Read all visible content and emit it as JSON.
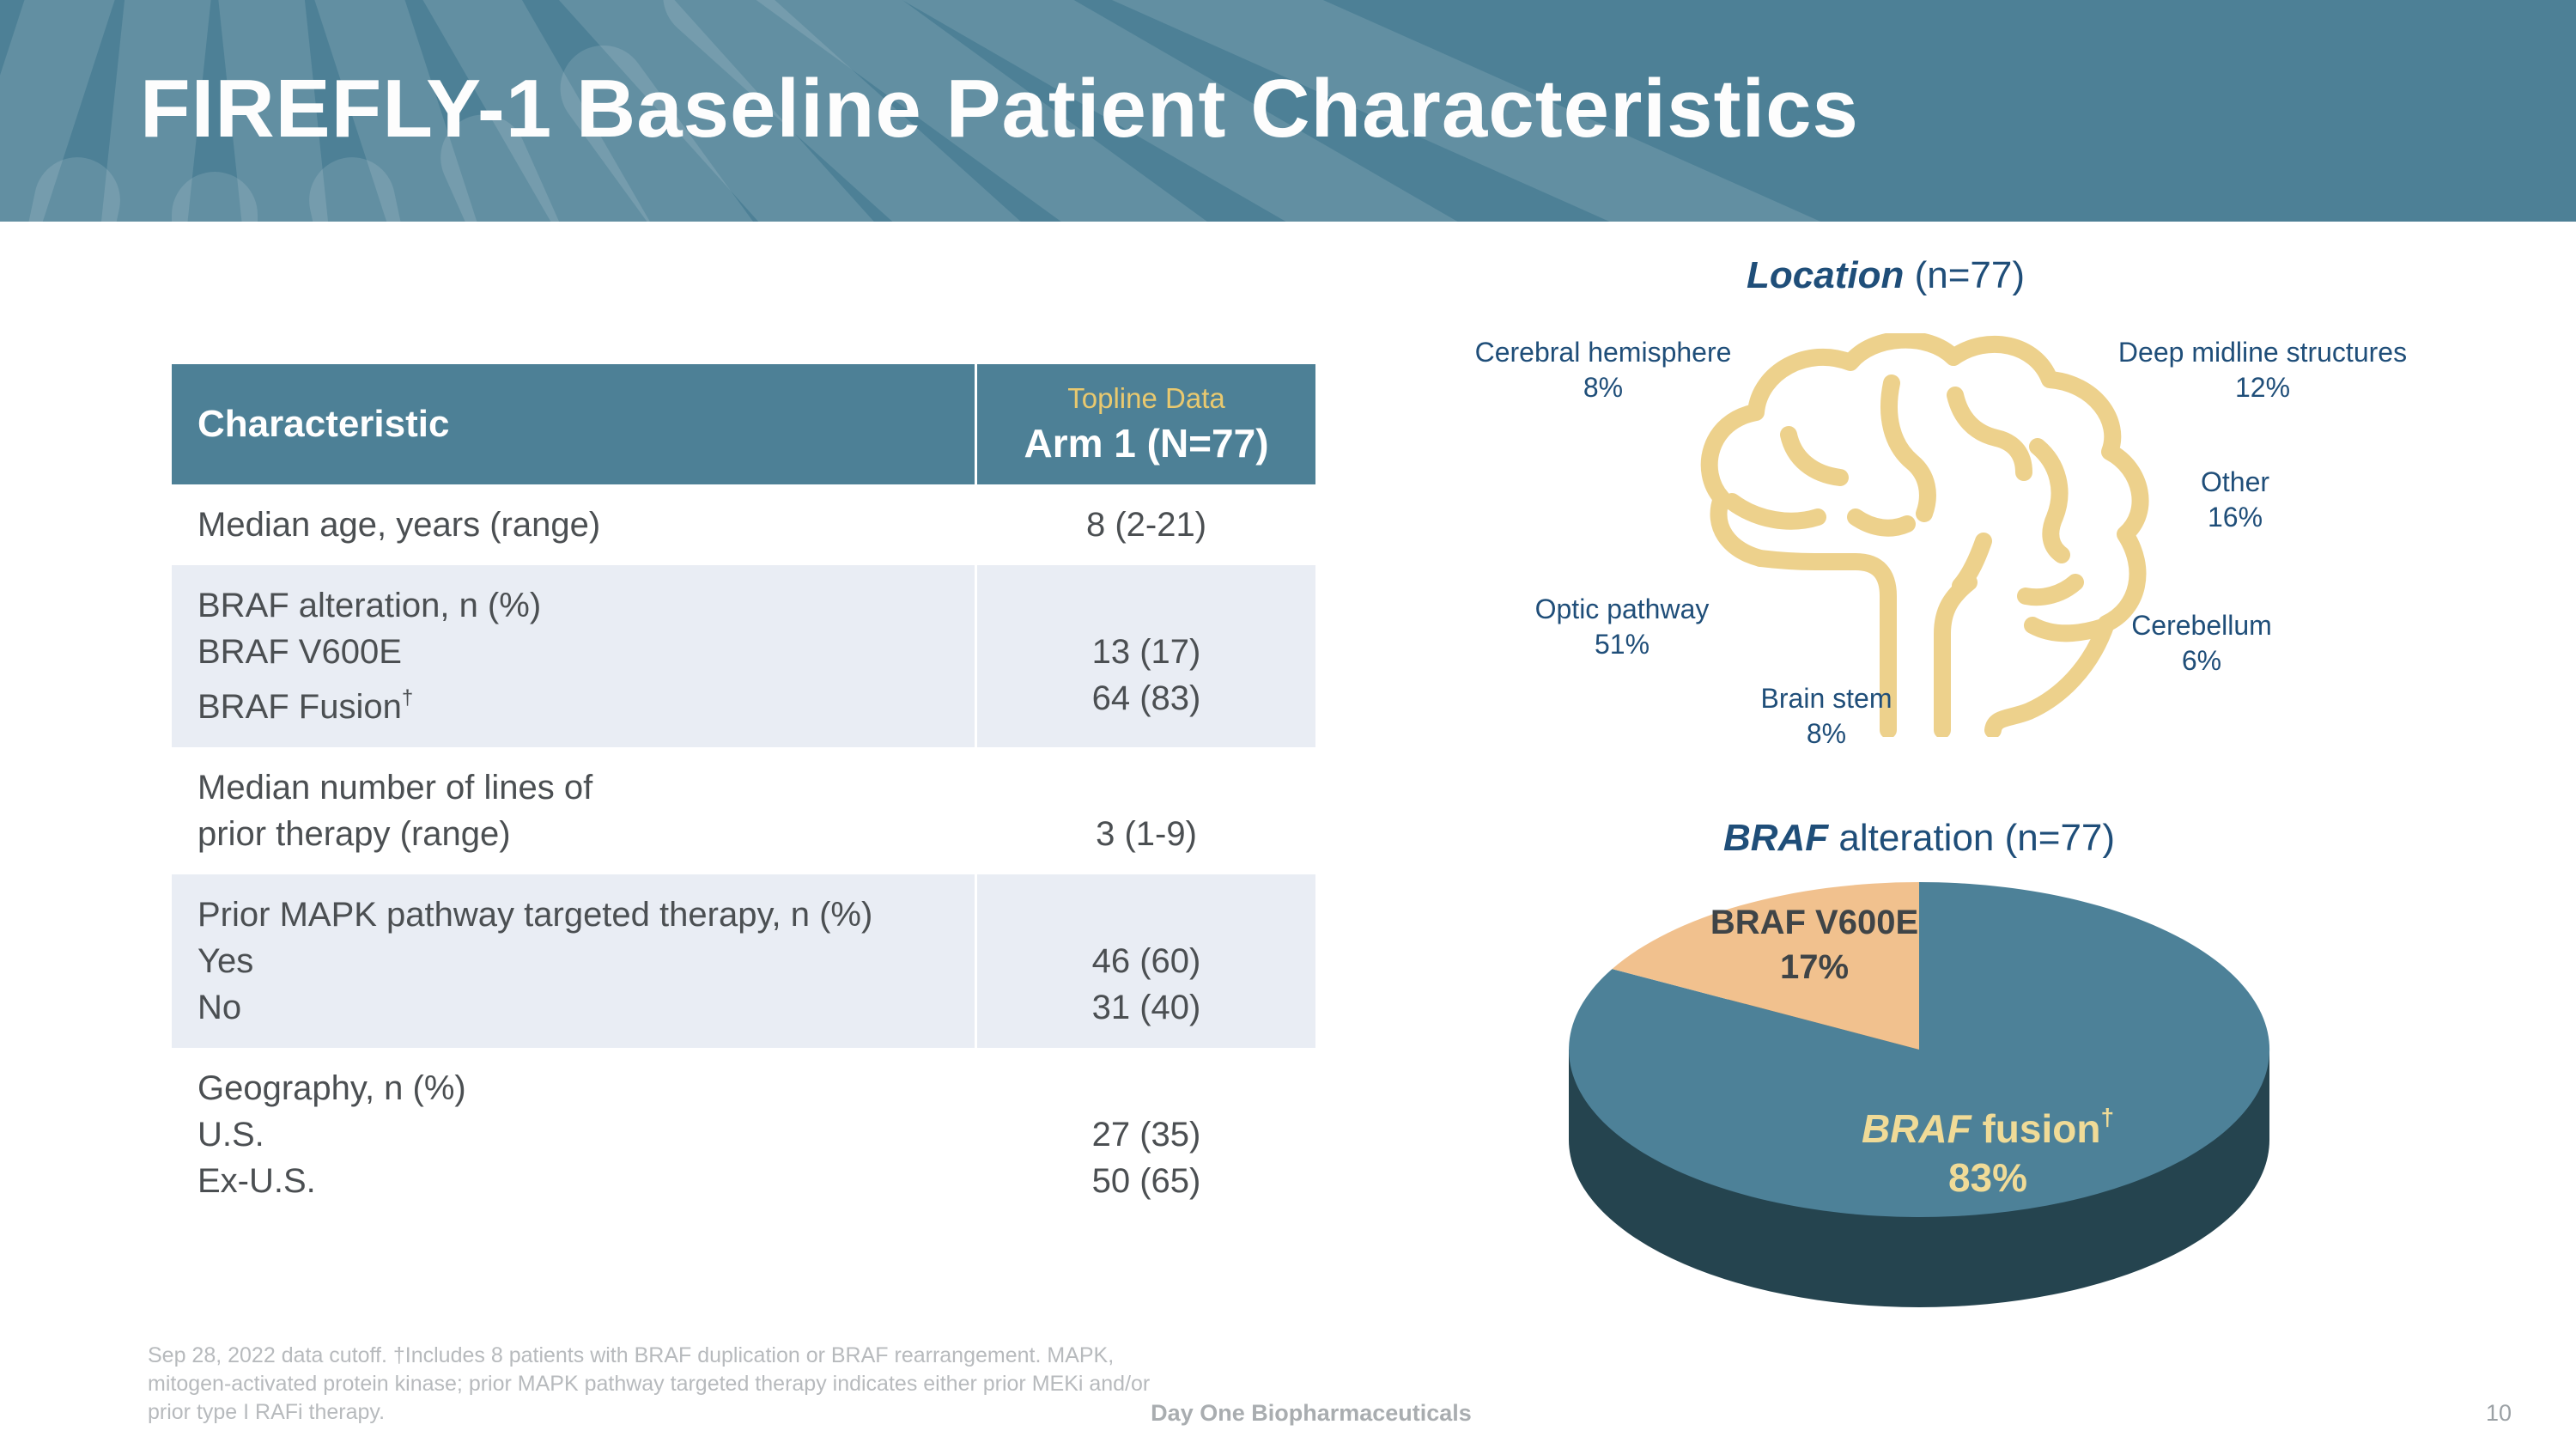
{
  "banner": {
    "title": "FIREFLY-1 Baseline Patient Characteristics"
  },
  "table": {
    "header": {
      "characteristic": "Characteristic",
      "topline": "Topline Data",
      "arm": "Arm 1 (N=77)"
    },
    "rows": [
      {
        "lines": [
          {
            "label": "Median age, years (range)",
            "value": "8 (2-21)"
          }
        ]
      },
      {
        "lines": [
          {
            "label": "BRAF alteration, n (%)",
            "value": ""
          },
          {
            "label": "BRAF V600E",
            "value": "13 (17)"
          },
          {
            "label": "BRAF Fusion",
            "sup": "†",
            "value": "64 (83)"
          }
        ]
      },
      {
        "lines": [
          {
            "label": "Median number of lines of",
            "value": ""
          },
          {
            "label": "prior therapy (range)",
            "value": "3 (1-9)"
          }
        ]
      },
      {
        "lines": [
          {
            "label": "Prior MAPK pathway targeted therapy, n (%)",
            "value": ""
          },
          {
            "label": "Yes",
            "value": "46 (60)"
          },
          {
            "label": "No",
            "value": "31 (40)"
          }
        ]
      },
      {
        "lines": [
          {
            "label": "Geography, n (%)",
            "value": ""
          },
          {
            "label": "U.S.",
            "value": "27 (35)"
          },
          {
            "label": "Ex-U.S.",
            "value": "50 (65)"
          }
        ]
      }
    ]
  },
  "location": {
    "title_em": "Location",
    "title_rest": " (n=77)",
    "labels": [
      {
        "name": "Cerebral hemisphere",
        "pct": "8%"
      },
      {
        "name": "Deep midline structures",
        "pct": "12%"
      },
      {
        "name": "Other",
        "pct": "16%"
      },
      {
        "name": "Optic pathway",
        "pct": "51%"
      },
      {
        "name": "Brain stem",
        "pct": "8%"
      },
      {
        "name": "Cerebellum",
        "pct": "6%"
      }
    ]
  },
  "pie": {
    "title_em": "BRAF",
    "title_rest": " alteration (n=77)",
    "v600e": {
      "label": "BRAF V600E",
      "pct": "17%"
    },
    "fusion": {
      "label_em": "BRAF",
      "label_rest": " fusion",
      "sup": "†",
      "pct": "83%"
    }
  },
  "chart_data": [
    {
      "type": "pie",
      "title": "BRAF alteration (n=77)",
      "categories": [
        "BRAF fusion†",
        "BRAF V600E"
      ],
      "values": [
        83,
        17
      ],
      "unit": "%",
      "n": 77,
      "colors": [
        "#4d8198",
        "#f1c18e"
      ],
      "style": "3d",
      "legend_position": "inside"
    },
    {
      "type": "diagram",
      "title": "Location (n=77)",
      "categories": [
        "Cerebral hemisphere",
        "Deep midline structures",
        "Other",
        "Optic pathway",
        "Brain stem",
        "Cerebellum"
      ],
      "values": [
        8,
        12,
        16,
        51,
        8,
        6
      ],
      "unit": "%",
      "n": 77
    }
  ],
  "footnote": {
    "line1": "Sep 28, 2022 data cutoff. †Includes 8 patients with BRAF duplication or BRAF rearrangement.  MAPK,",
    "line2": "mitogen-activated protein kinase; prior MAPK pathway targeted therapy indicates either prior MEKi and/or",
    "line3": "prior type I RAFi therapy."
  },
  "footer": {
    "brand": "Day One Biopharmaceuticals",
    "page": "10"
  },
  "colors": {
    "banner_teal": "#4d8096",
    "shaded_row": "#e9edf4",
    "header_yellow": "#e9c96f",
    "label_blue": "#1f4e79",
    "brain_gold": "#edd18c",
    "pie_teal_top": "#4d8198",
    "pie_teal_side": "#25444f",
    "pie_orange": "#f1c18e",
    "pie_yellow_text": "#f0db97"
  }
}
